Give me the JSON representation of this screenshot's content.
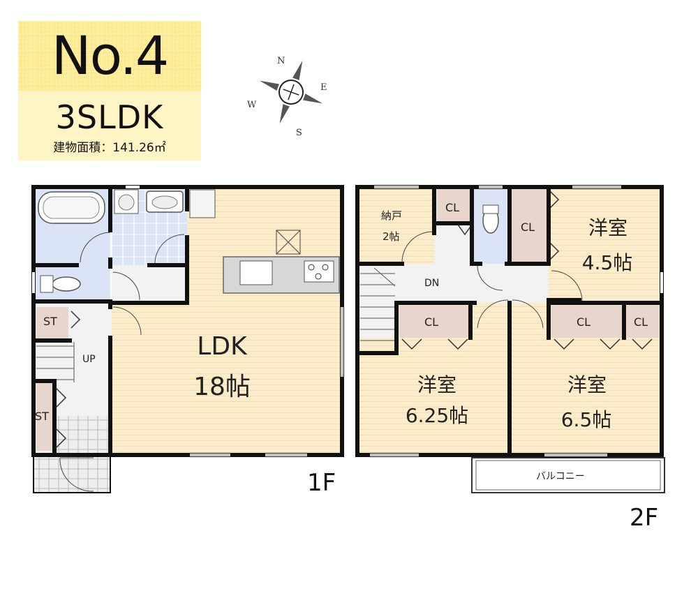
{
  "header": {
    "plan_number": "No.4",
    "layout_type": "3SLDK",
    "floor_area": "建物面積：141.26㎡"
  },
  "compass": {
    "n": "N",
    "e": "E",
    "s": "S",
    "w": "W"
  },
  "first_floor": {
    "floor_label": "1F",
    "ldk_name": "LDK",
    "ldk_size": "18帖",
    "storage_1": "ST",
    "storage_2": "ST",
    "stairs_label": "UP"
  },
  "second_floor": {
    "floor_label": "2F",
    "closet_small": "納戸",
    "closet_small_size": "2帖",
    "cl_labels": [
      "CL",
      "CL",
      "CL",
      "CL",
      "CL"
    ],
    "stairs_label": "DN",
    "room_a_name": "洋室",
    "room_a_size": "4.5帖",
    "room_b_name": "洋室",
    "room_b_size": "6.25帖",
    "room_c_name": "洋室",
    "room_c_size": "6.5帖",
    "balcony": "バルコニー"
  },
  "colors": {
    "floor_wood": "#fbeccb",
    "closet": "#e8d5cc",
    "wet_area": "#dbe4f7",
    "hall": "#f2f2f2",
    "wall": "#111111",
    "badge": "#ffe98a"
  }
}
